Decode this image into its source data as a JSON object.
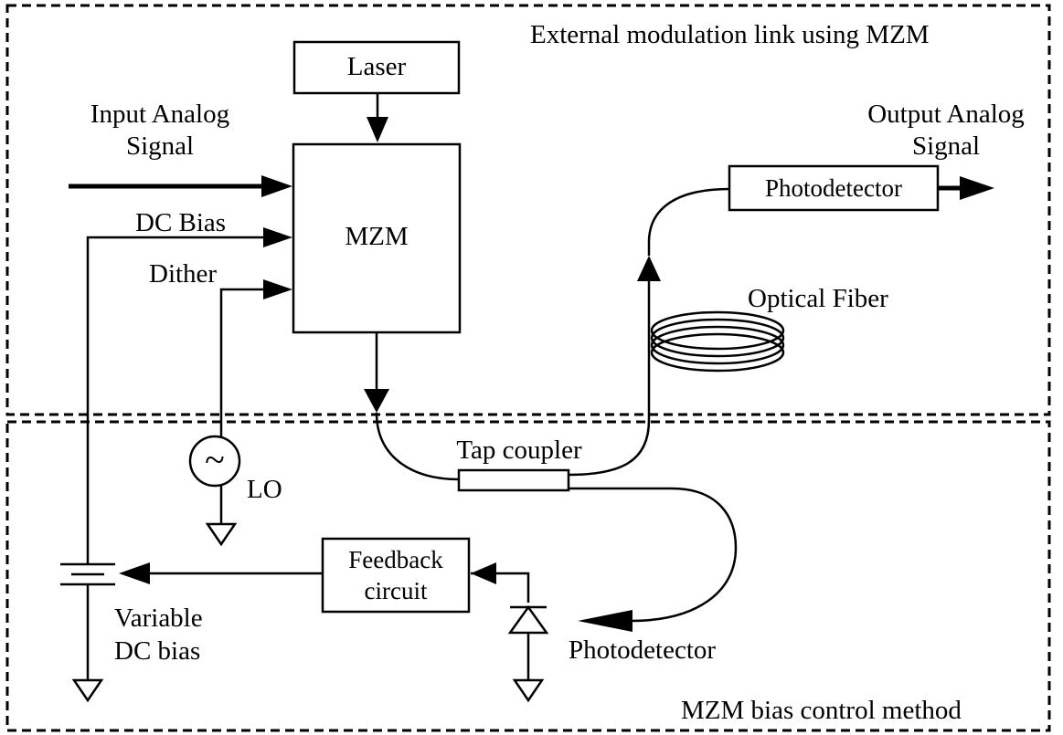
{
  "regions": {
    "top_title": "External modulation link using MZM",
    "bottom_title": "MZM bias control method"
  },
  "blocks": {
    "laser": "Laser",
    "mzm": "MZM",
    "photodetector_out": "Photodetector",
    "feedback_line1": "Feedback",
    "feedback_line2": "circuit",
    "tap_coupler": "Tap coupler"
  },
  "labels": {
    "input_line1": "Input Analog",
    "input_line2": "Signal",
    "output_line1": "Output Analog",
    "output_line2": "Signal",
    "dc_bias": "DC Bias",
    "dither": "Dither",
    "optical_fiber": "Optical Fiber",
    "lo": "LO",
    "variable_line1": "Variable",
    "variable_line2": "DC bias",
    "photodetector_bottom": "Photodetector"
  },
  "symbols": {
    "lo_source": "~"
  }
}
